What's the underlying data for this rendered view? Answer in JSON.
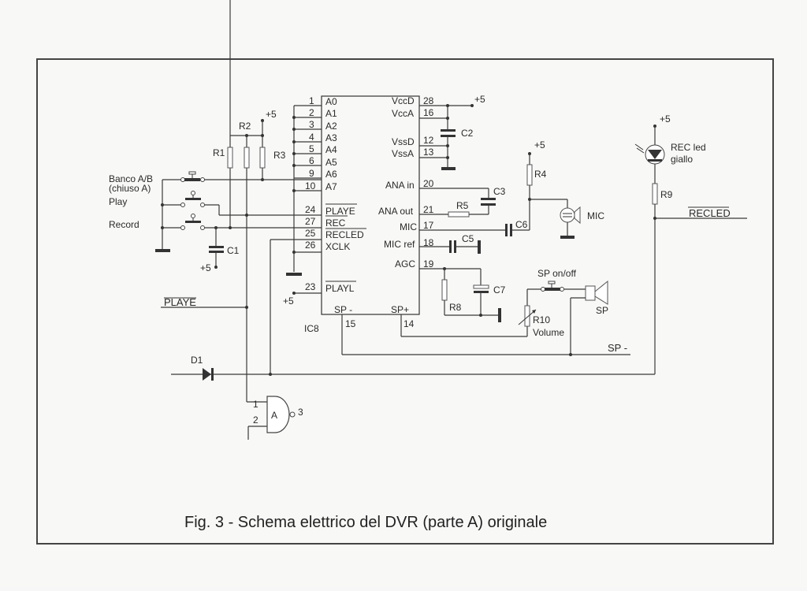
{
  "caption": "Fig. 3 - Schema elettrico del DVR (parte A) originale",
  "ic": {
    "name": "IC8",
    "left_pins": [
      {
        "num": "1",
        "label": "A0"
      },
      {
        "num": "2",
        "label": "A1"
      },
      {
        "num": "3",
        "label": "A2"
      },
      {
        "num": "4",
        "label": "A3"
      },
      {
        "num": "5",
        "label": "A4"
      },
      {
        "num": "6",
        "label": "A5"
      },
      {
        "num": "9",
        "label": "A6"
      },
      {
        "num": "10",
        "label": "A7"
      },
      {
        "num": "24",
        "label": "PLAYE"
      },
      {
        "num": "27",
        "label": "REC"
      },
      {
        "num": "25",
        "label": "RECLED"
      },
      {
        "num": "26",
        "label": "XCLK"
      },
      {
        "num": "23",
        "label": "PLAYL"
      }
    ],
    "right_pins": [
      {
        "num": "28",
        "label": "VccD"
      },
      {
        "num": "16",
        "label": "VccA"
      },
      {
        "num": "12",
        "label": "VssD"
      },
      {
        "num": "13",
        "label": "VssA"
      },
      {
        "num": "20",
        "label": "ANA in"
      },
      {
        "num": "21",
        "label": "ANA out"
      },
      {
        "num": "17",
        "label": "MIC"
      },
      {
        "num": "18",
        "label": "MIC ref"
      },
      {
        "num": "19",
        "label": "AGC"
      }
    ],
    "bottom_pins": [
      {
        "num": "15",
        "label": "SP -"
      },
      {
        "num": "14",
        "label": "SP+"
      }
    ]
  },
  "switches": {
    "banco_label_1": "Banco A/B",
    "banco_label_2": "(chiuso A)",
    "play": "Play",
    "record": "Record",
    "sp_onoff": "SP on/off"
  },
  "components": {
    "R1": "R1",
    "R2": "R2",
    "R3": "R3",
    "R4": "R4",
    "R5": "R5",
    "R8": "R8",
    "R9": "R9",
    "R10": "R10",
    "volume": "Volume",
    "C1": "C1",
    "C2": "C2",
    "C3": "C3",
    "C5": "C5",
    "C6": "C6",
    "C7": "C7",
    "D1": "D1",
    "MIC": "MIC",
    "SP": "SP",
    "led_1": "REC led",
    "led_2": "giallo",
    "gate": "A",
    "gate_in1": "1",
    "gate_in2": "2",
    "gate_out": "3"
  },
  "supply": "+5",
  "signals": {
    "playe": "PLAYE",
    "recled": "RECLED",
    "sp_minus": "SP -"
  }
}
